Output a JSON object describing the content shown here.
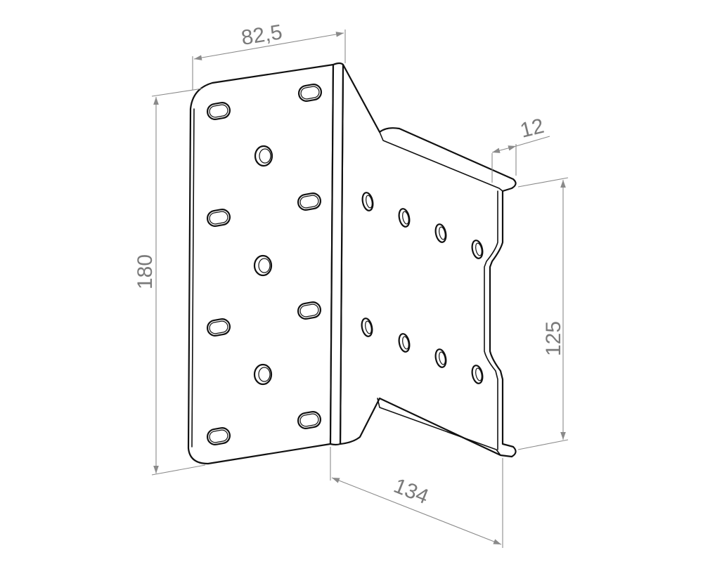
{
  "dimensions": {
    "width_top": "82,5",
    "height_left": "180",
    "flange": "12",
    "height_right": "125",
    "depth_bottom": "134"
  },
  "colors": {
    "outline": "#111111",
    "dimension": "#8a8a8a",
    "dimension_text": "#7a7a7a",
    "background": "#ffffff"
  }
}
